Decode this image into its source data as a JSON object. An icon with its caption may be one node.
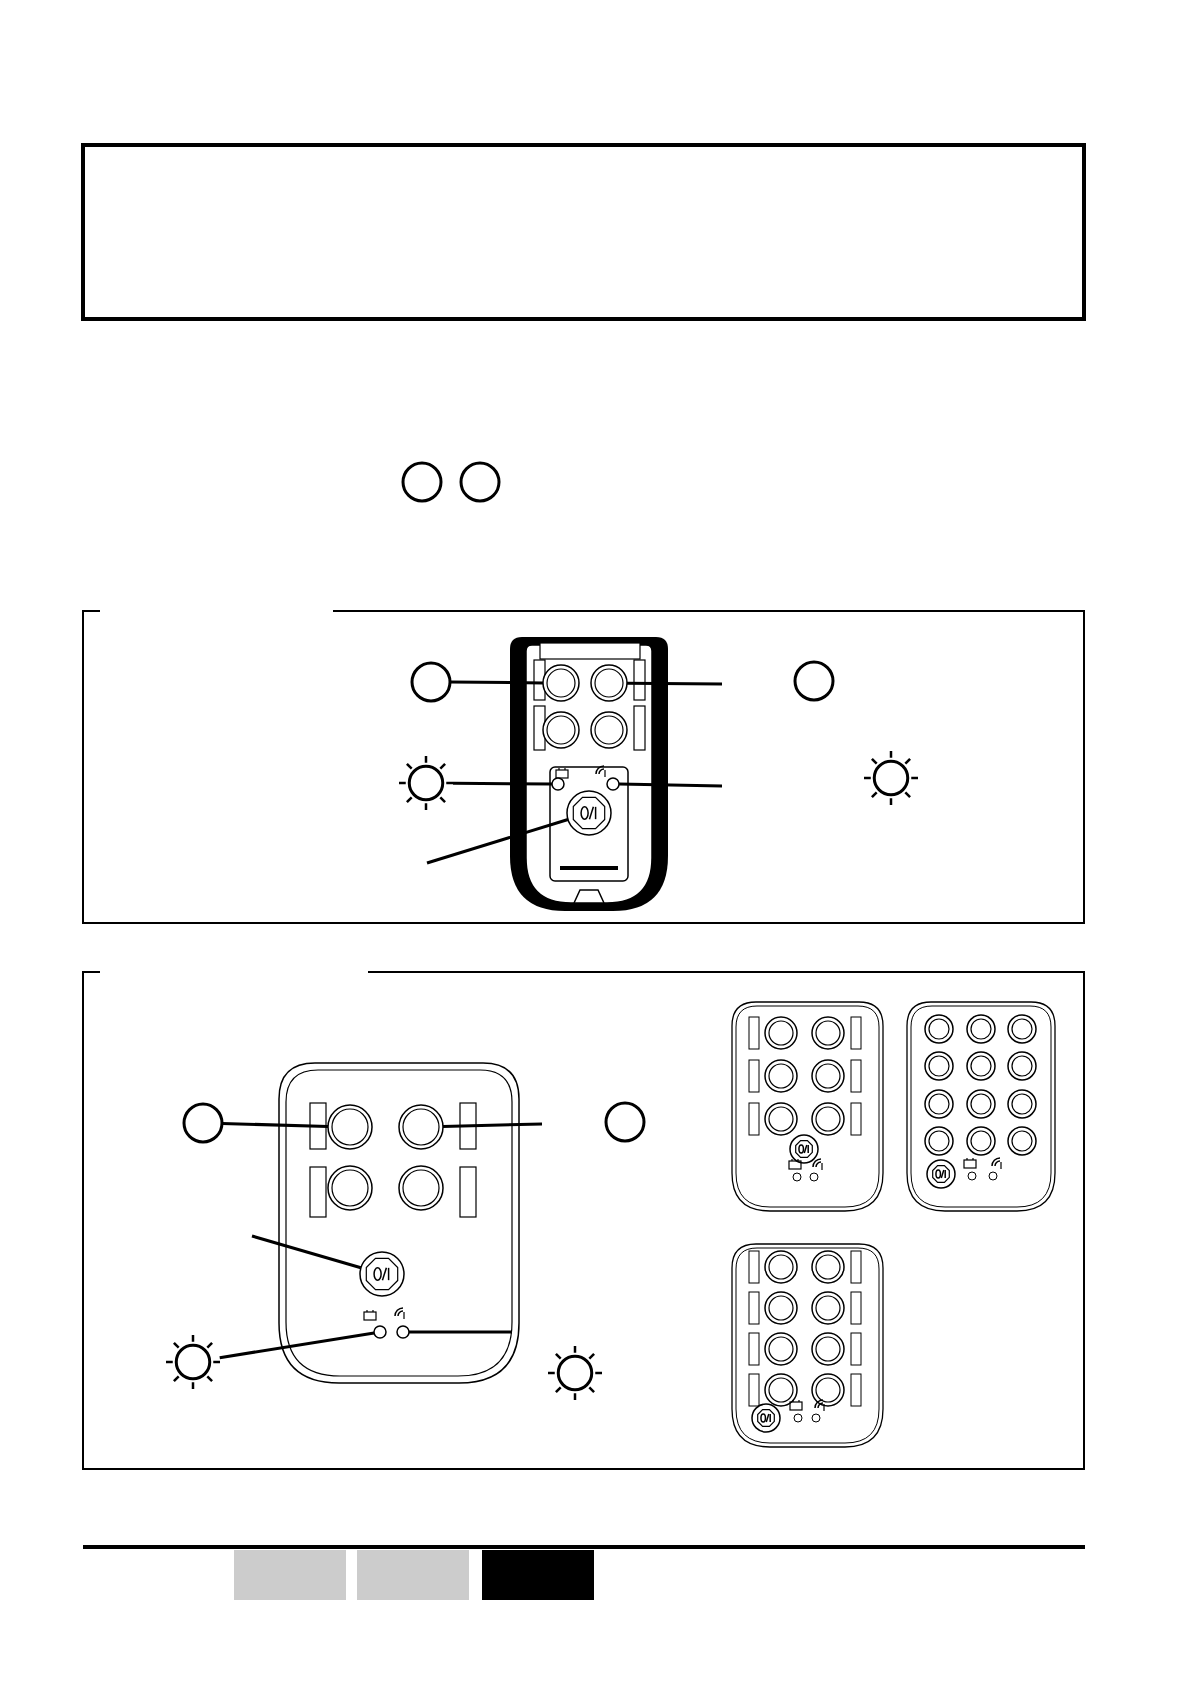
{
  "diagram": {
    "nodes": [
      {
        "text": [],
        "shape": "circle"
      },
      {
        "text": [],
        "shape": "circle"
      },
      {
        "text": [],
        "shape": "circle"
      },
      {
        "text": [],
        "shape": "sun"
      },
      {
        "text": [],
        "shape": "circle"
      },
      {
        "text": [],
        "shape": "circle"
      },
      {
        "text": [],
        "shape": "circle"
      },
      {
        "text": [],
        "shape": "circle"
      },
      {
        "text": [],
        "shape": "circle"
      },
      {
        "text": [],
        "shape": "circle"
      },
      {
        "text": [],
        "shape": "circle"
      },
      {
        "text": [],
        "shape": "sun"
      },
      {
        "text": [],
        "shape": "circle"
      },
      {
        "text": [],
        "shape": "circle"
      }
    ],
    "edges": [
      {
        "from": 0,
        "to": 1,
        "arrow": "none"
      },
      {
        "from": 2,
        "to": null,
        "arrow": "none"
      },
      {
        "from": 3,
        "to": 4,
        "arrow": "none"
      },
      {
        "from": 5,
        "to": null,
        "arrow": "none"
      },
      {
        "from": null,
        "to": 6,
        "arrow": "none"
      },
      {
        "from": 7,
        "to": 8,
        "arrow": "none"
      },
      {
        "from": 9,
        "to": null,
        "arrow": "none"
      },
      {
        "from": null,
        "to": 10,
        "arrow": "none"
      },
      {
        "from": 11,
        "to": 12,
        "arrow": "none"
      },
      {
        "from": 13,
        "to": null,
        "arrow": "none"
      }
    ]
  }
}
